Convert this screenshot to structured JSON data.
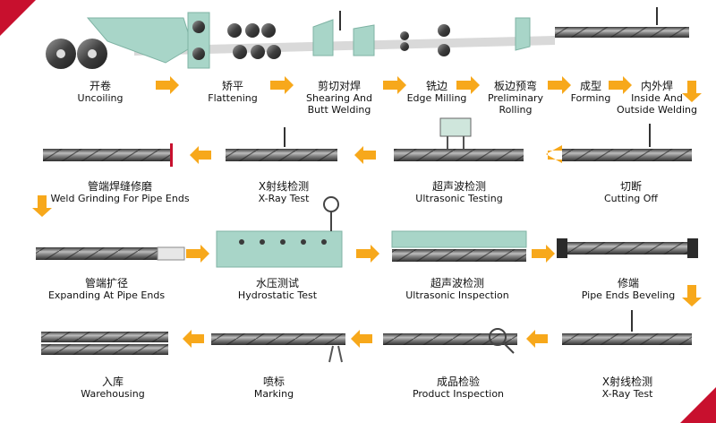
{
  "colors": {
    "arrow": "#f7a81b",
    "pipe": "#5a5a5a",
    "equipment": "#a8d5c8",
    "accent": "#c8102e"
  },
  "steps": [
    {
      "zh": "开卷",
      "en": "Uncoiling"
    },
    {
      "zh": "矫平",
      "en": "Flattening"
    },
    {
      "zh": "剪切对焊",
      "en": "Shearing And",
      "en2": "Butt Welding"
    },
    {
      "zh": "铣边",
      "en": "Edge Milling"
    },
    {
      "zh": "板边预弯",
      "en": "Preliminary",
      "en2": "Rolling"
    },
    {
      "zh": "成型",
      "en": "Forming"
    },
    {
      "zh": "内外焊",
      "en": "Inside And",
      "en2": "Outside Welding"
    },
    {
      "zh": "管端焊缝修磨",
      "en": "Weld Grinding For Pipe Ends"
    },
    {
      "zh": "X射线检测",
      "en": "X-Ray Test"
    },
    {
      "zh": "超声波检测",
      "en": "Ultrasonic Testing"
    },
    {
      "zh": "切断",
      "en": "Cutting Off"
    },
    {
      "zh": "管端扩径",
      "en": "Expanding At Pipe Ends"
    },
    {
      "zh": "水压测试",
      "en": "Hydrostatic Test"
    },
    {
      "zh": "超声波检测",
      "en": "Ultrasonic Inspection"
    },
    {
      "zh": "修端",
      "en": "Pipe Ends Beveling"
    },
    {
      "zh": "入库",
      "en": "Warehousing"
    },
    {
      "zh": "喷标",
      "en": "Marking"
    },
    {
      "zh": "成品检验",
      "en": "Product Inspection"
    },
    {
      "zh": "X射线检测",
      "en": "X-Ray Test"
    }
  ]
}
